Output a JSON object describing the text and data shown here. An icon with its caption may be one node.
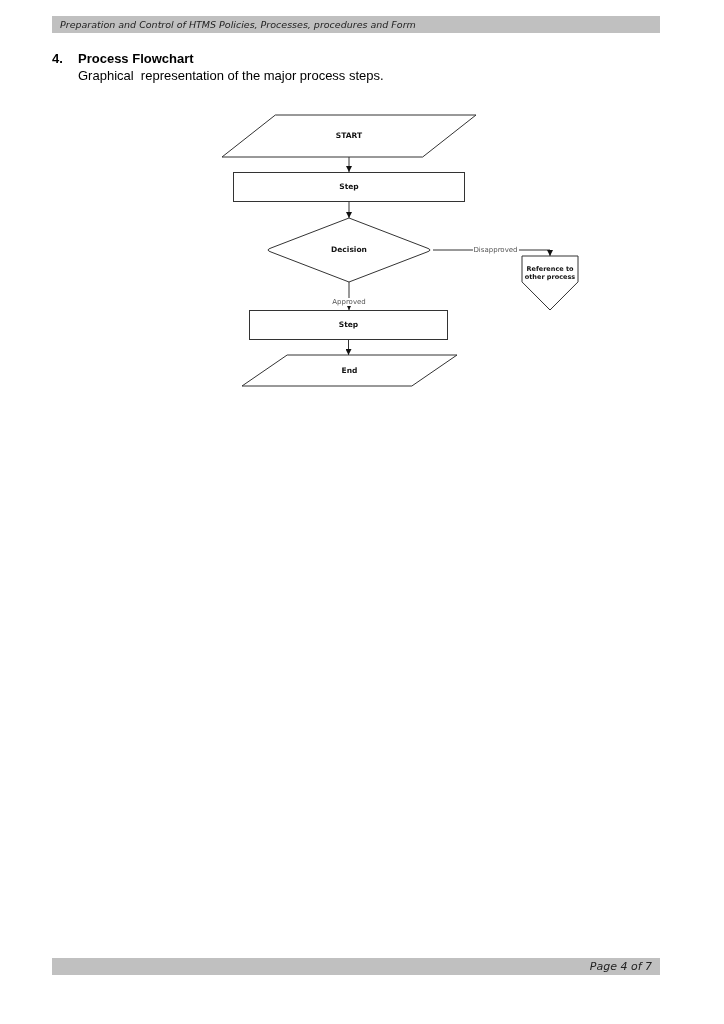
{
  "diagram": {
    "title": "Process Flowchart",
    "nodes": [
      {
        "text": [
          "START"
        ]
      },
      {
        "text": [
          "Step"
        ]
      },
      {
        "text": [
          "Decision"
        ]
      },
      {
        "text": [
          "Reference to other process"
        ]
      },
      {
        "text": [
          "Step"
        ]
      },
      {
        "text": [
          "End"
        ]
      }
    ],
    "edges": [
      {
        "from": 0,
        "to": 1,
        "arrow": "to"
      },
      {
        "from": 1,
        "to": 2,
        "arrow": "to"
      },
      {
        "from": 2,
        "to": 3,
        "arrow": "to",
        "label": "Disapproved"
      },
      {
        "from": 2,
        "to": 4,
        "arrow": "to",
        "label": "Approved"
      },
      {
        "from": 4,
        "to": 5,
        "arrow": "to"
      }
    ],
    "labels": [
      "Preparation and Control of HTMS Policies, Processes, procedures and Form",
      "4.",
      "Graphical  representation of the major process steps.",
      "Page 4 of 7"
    ]
  }
}
